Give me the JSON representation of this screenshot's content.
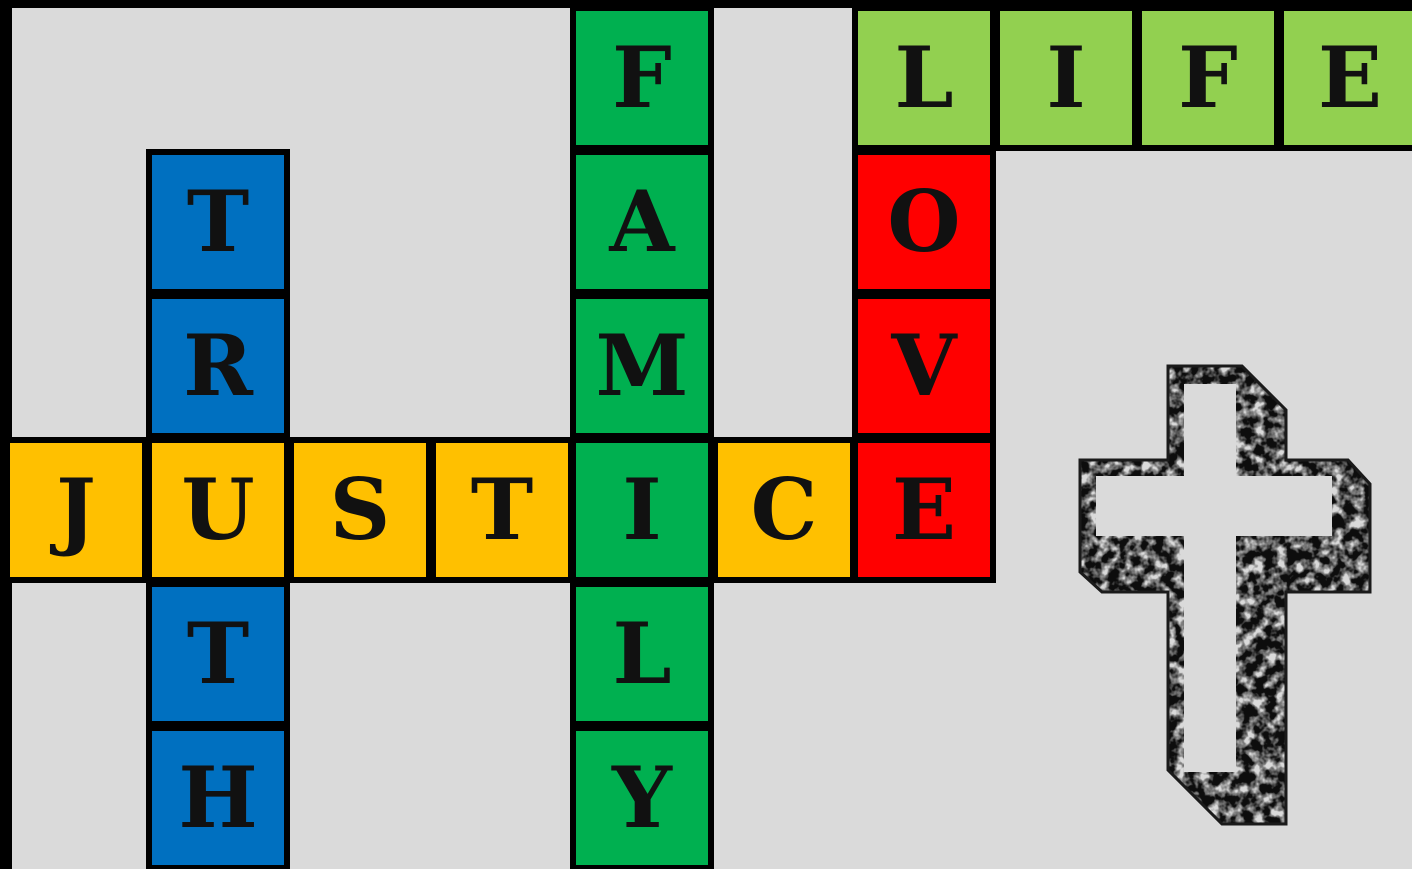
{
  "puzzle": {
    "colors": {
      "truth": "#0070c0",
      "justice": "#ffc000",
      "family": "#00b050",
      "love": "#ff0000",
      "life": "#92d050",
      "background": "#dadada",
      "border": "#000000"
    },
    "words": {
      "truth": [
        "T",
        "R",
        "U",
        "T",
        "H"
      ],
      "justice": [
        "J",
        "U",
        "S",
        "T",
        "I",
        "C",
        "E"
      ],
      "family": [
        "F",
        "A",
        "M",
        "I",
        "L",
        "Y"
      ],
      "love": [
        "L",
        "O",
        "V",
        "E"
      ],
      "life": [
        "L",
        "I",
        "F",
        "E"
      ]
    }
  },
  "decor": {
    "cross_icon": "grunge-cross-icon"
  }
}
